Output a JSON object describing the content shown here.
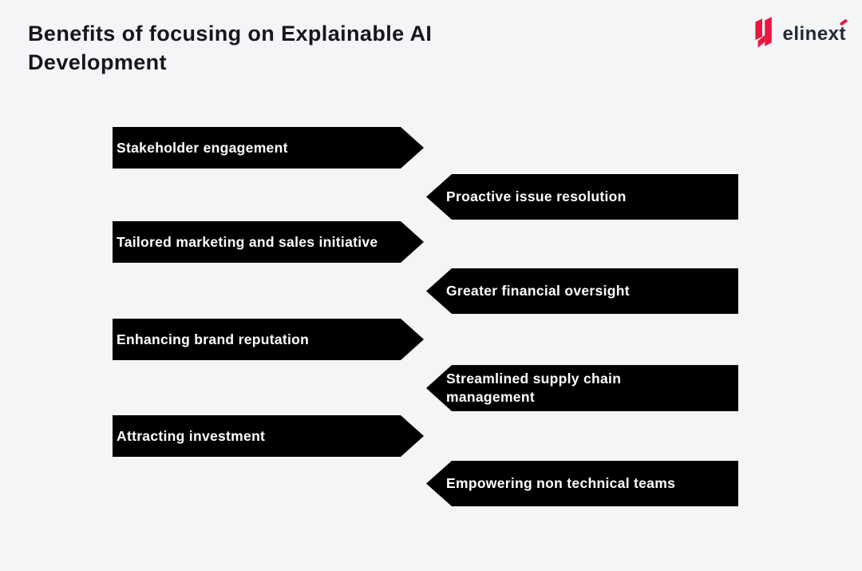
{
  "page": {
    "background_color": "#f4f5f7",
    "accent_color": "#e9173e",
    "title_color": "#15161e",
    "banner_text_color": "#ffffff",
    "logo_text_color": "#232936"
  },
  "header": {
    "title_line1": "Benefits of focusing on Explainable AI",
    "title_line2": "Development"
  },
  "logo": {
    "wordmark": "elinext",
    "icon": "elinext-n-mark"
  },
  "banners": [
    {
      "side": "left",
      "label": "Stakeholder engagement"
    },
    {
      "side": "right",
      "label": "Proactive issue resolution"
    },
    {
      "side": "left",
      "label": "Tailored marketing and sales initiative"
    },
    {
      "side": "right",
      "label": "Greater financial oversight"
    },
    {
      "side": "left",
      "label": "Enhancing brand reputation"
    },
    {
      "side": "right",
      "label": "Streamlined supply chain management"
    },
    {
      "side": "left",
      "label": "Attracting investment"
    },
    {
      "side": "right",
      "label": "Empowering non technical teams"
    }
  ]
}
